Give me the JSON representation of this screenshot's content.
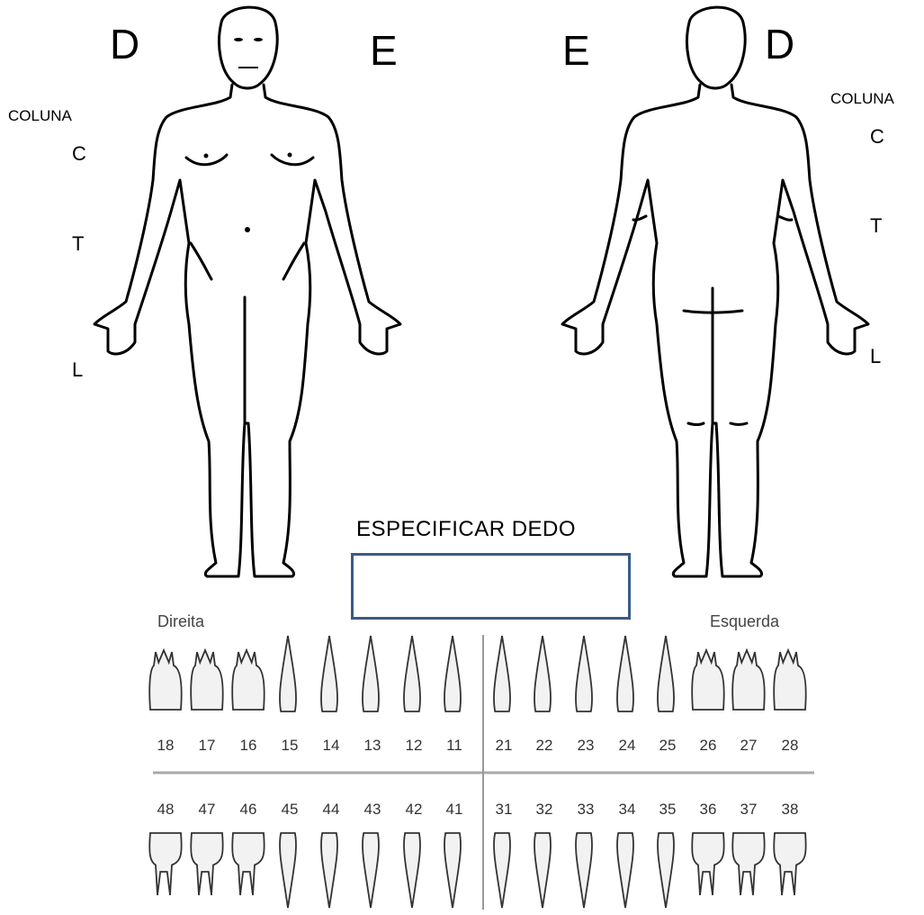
{
  "front": {
    "right_side": "D",
    "left_side": "E"
  },
  "back": {
    "left_side": "E",
    "right_side": "D"
  },
  "spine_left": {
    "title": "COLUNA",
    "c": "C",
    "t": "T",
    "l": "L"
  },
  "spine_right": {
    "title": "COLUNA",
    "c": "C",
    "t": "T",
    "l": "L"
  },
  "finger": {
    "label": "ESPECIFICAR  DEDO",
    "value": ""
  },
  "dental": {
    "right_label": "Direita",
    "left_label": "Esquerda",
    "upper_numbers": [
      "18",
      "17",
      "16",
      "15",
      "14",
      "13",
      "12",
      "11",
      "21",
      "22",
      "23",
      "24",
      "25",
      "26",
      "27",
      "28"
    ],
    "lower_numbers": [
      "48",
      "47",
      "46",
      "45",
      "44",
      "43",
      "42",
      "41",
      "31",
      "32",
      "33",
      "34",
      "35",
      "36",
      "37",
      "38"
    ]
  }
}
